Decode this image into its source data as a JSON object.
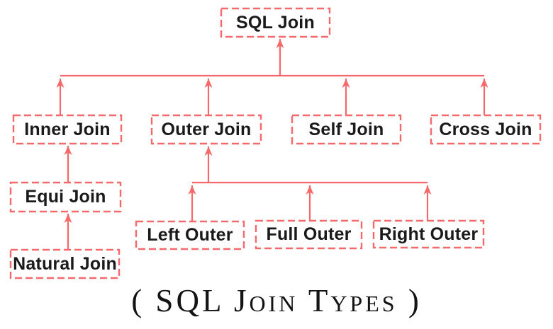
{
  "diagram": {
    "caption": "( SQL Join Types )",
    "accent_color": "#f5696b",
    "text_color": "#1a1a1a",
    "background_color": "#ffffff",
    "nodes": {
      "sql_join": {
        "label": "SQL Join"
      },
      "inner_join": {
        "label": "Inner Join"
      },
      "outer_join": {
        "label": "Outer Join"
      },
      "self_join": {
        "label": "Self Join"
      },
      "cross_join": {
        "label": "Cross Join"
      },
      "equi_join": {
        "label": "Equi Join"
      },
      "natural_join": {
        "label": "Natural Join"
      },
      "left_outer": {
        "label": "Left Outer"
      },
      "full_outer": {
        "label": "Full Outer"
      },
      "right_outer": {
        "label": "Right Outer"
      }
    },
    "hierarchy": [
      {
        "parent": "SQL Join",
        "children": [
          "Inner Join",
          "Outer Join",
          "Self Join",
          "Cross Join"
        ]
      },
      {
        "parent": "Inner Join",
        "children": [
          "Equi Join"
        ]
      },
      {
        "parent": "Equi Join",
        "children": [
          "Natural Join"
        ]
      },
      {
        "parent": "Outer Join",
        "children": [
          "Left Outer",
          "Full Outer",
          "Right Outer"
        ]
      }
    ],
    "arrow_direction": "child-to-parent, arrowheads point upward"
  }
}
